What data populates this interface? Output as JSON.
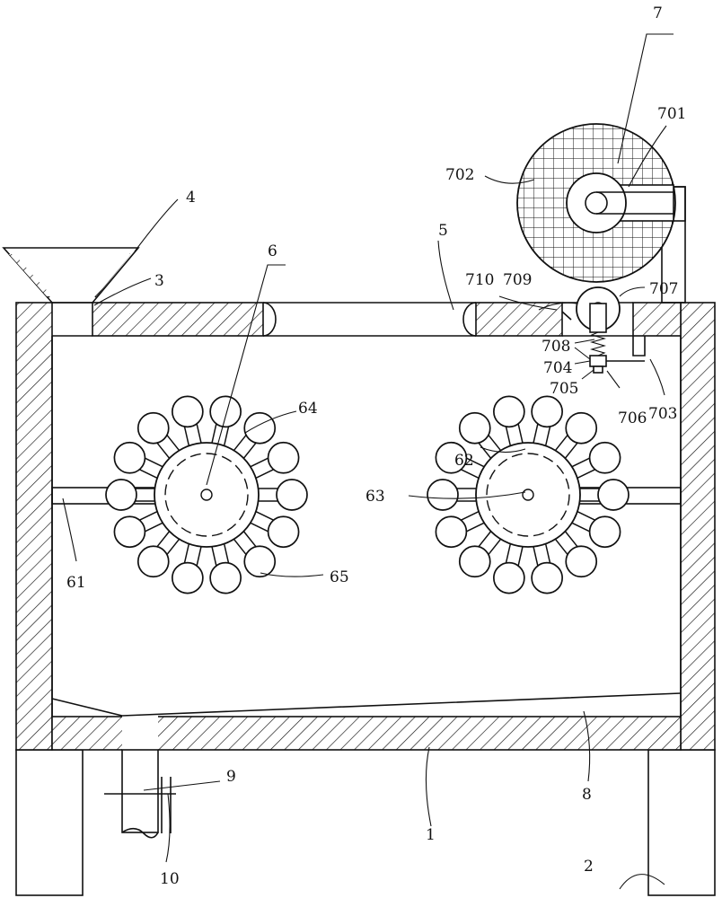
{
  "labels": {
    "l1": "1",
    "l2": "2",
    "l3": "3",
    "l4": "4",
    "l5": "5",
    "l6": "6",
    "l61": "61",
    "l62": "62",
    "l63": "63",
    "l64": "64",
    "l65": "65",
    "l7": "7",
    "l701": "701",
    "l702": "702",
    "l703": "703",
    "l704": "704",
    "l705": "705",
    "l706": "706",
    "l707": "707",
    "l708": "708",
    "l709": "709",
    "l710": "710",
    "l8": "8",
    "l9": "9",
    "l10": "10"
  }
}
